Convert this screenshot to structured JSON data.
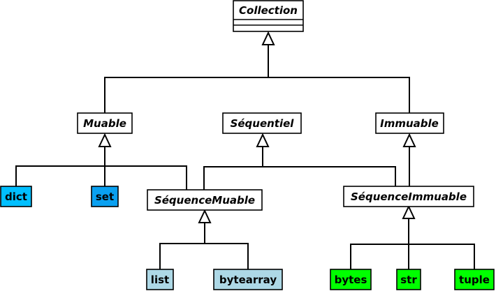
{
  "diagram": {
    "nodes": {
      "collection": {
        "label": "Collection",
        "abstract": true,
        "fill": "#ffffff"
      },
      "muable": {
        "label": "Muable",
        "abstract": true,
        "fill": "#ffffff"
      },
      "sequentiel": {
        "label": "Séquentiel",
        "abstract": true,
        "fill": "#ffffff"
      },
      "immuable": {
        "label": "Immuable",
        "abstract": true,
        "fill": "#ffffff"
      },
      "dict": {
        "label": "dict",
        "abstract": false,
        "fill": "#00bfff"
      },
      "set": {
        "label": "set",
        "abstract": false,
        "fill": "#0aa0f0"
      },
      "sequence_muable": {
        "label": "SéquenceMuable",
        "abstract": true,
        "fill": "#ffffff"
      },
      "sequence_immuable": {
        "label": "SéquenceImmuable",
        "abstract": true,
        "fill": "#ffffff"
      },
      "list": {
        "label": "list",
        "abstract": false,
        "fill": "#add8e6"
      },
      "bytearray": {
        "label": "bytearray",
        "abstract": false,
        "fill": "#add8e6"
      },
      "bytes": {
        "label": "bytes",
        "abstract": false,
        "fill": "#00ff00"
      },
      "str": {
        "label": "str",
        "abstract": false,
        "fill": "#00ff00"
      },
      "tuple": {
        "label": "tuple",
        "abstract": false,
        "fill": "#00ff00"
      }
    },
    "inheritance": [
      {
        "parent": "collection",
        "children": [
          "muable",
          "immuable"
        ]
      },
      {
        "parent": "muable",
        "children": [
          "dict",
          "set",
          "sequence_muable"
        ]
      },
      {
        "parent": "sequentiel",
        "children": [
          "sequence_muable",
          "sequence_immuable"
        ]
      },
      {
        "parent": "immuable",
        "children": [
          "sequence_immuable"
        ]
      },
      {
        "parent": "sequence_muable",
        "children": [
          "list",
          "bytearray"
        ]
      },
      {
        "parent": "sequence_immuable",
        "children": [
          "bytes",
          "str",
          "tuple"
        ]
      }
    ]
  }
}
